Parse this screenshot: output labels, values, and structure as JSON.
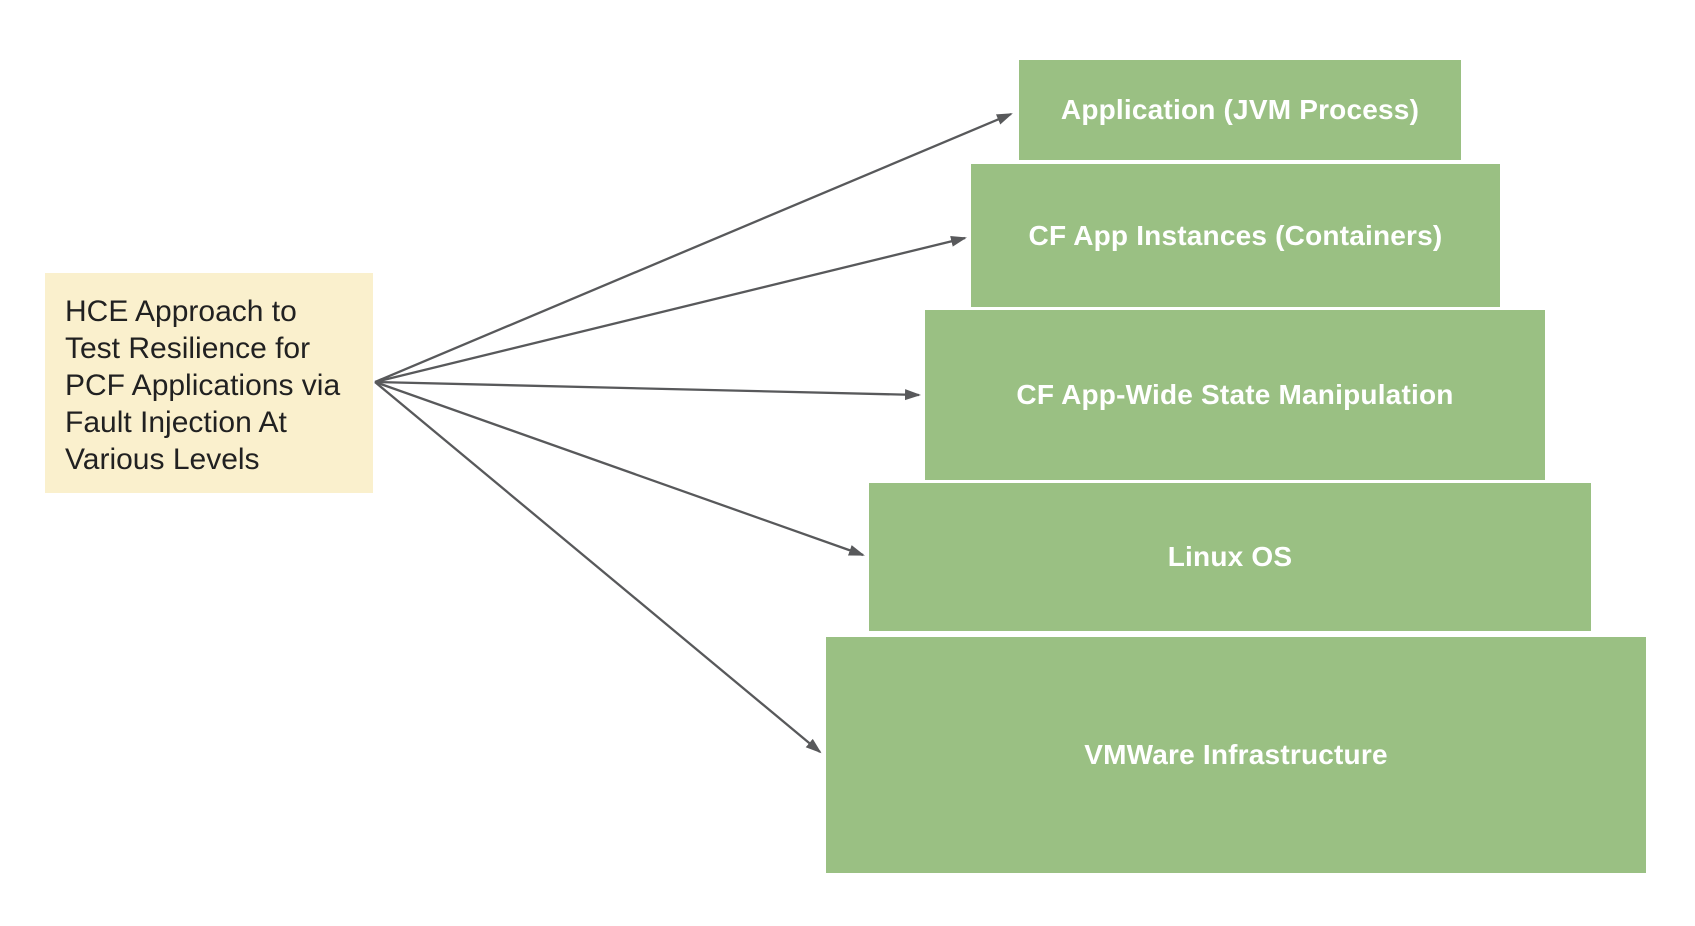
{
  "diagram": {
    "source_note": {
      "lines": [
        "HCE Approach to",
        "Test Resilience for",
        "PCF Applications via",
        "Fault Injection At",
        "Various Levels"
      ]
    },
    "levels": [
      {
        "label": "Application (JVM Process)"
      },
      {
        "label": "CF App Instances (Containers)"
      },
      {
        "label": "CF App-Wide State Manipulation"
      },
      {
        "label": "Linux OS"
      },
      {
        "label": "VMWare Infrastructure"
      }
    ],
    "colors": {
      "canvas_bg": "#ffffff",
      "note_bg": "#faf0cd",
      "note_text": "#212121",
      "level_bg": "#9ac083",
      "level_text": "#ffffff",
      "arrow": "#58595b"
    }
  }
}
